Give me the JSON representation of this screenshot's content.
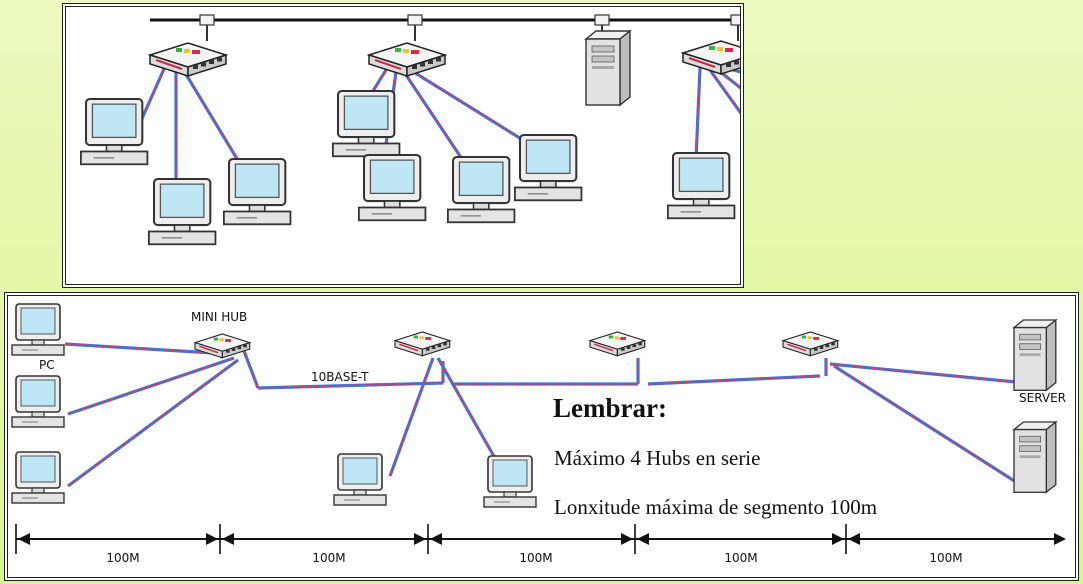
{
  "bottom_panel": {
    "hub_label": "MINI HUB",
    "pc_label": "PC",
    "cable_label": "10BASE-T",
    "server_label": "SERVER",
    "segment_labels": [
      "100M",
      "100M",
      "100M",
      "100M",
      "100M"
    ]
  },
  "note": {
    "title": "Lembrar:",
    "line1": "Máximo 4 Hubs en serie",
    "line2": "Lonxitude máxima de segmento 100m"
  },
  "colors": {
    "background": "#e3f8a4",
    "frame_border": "#202020",
    "cable_red": "#e8384f",
    "cable_blue": "#3a74d8",
    "screen": "#bfe6f5"
  }
}
